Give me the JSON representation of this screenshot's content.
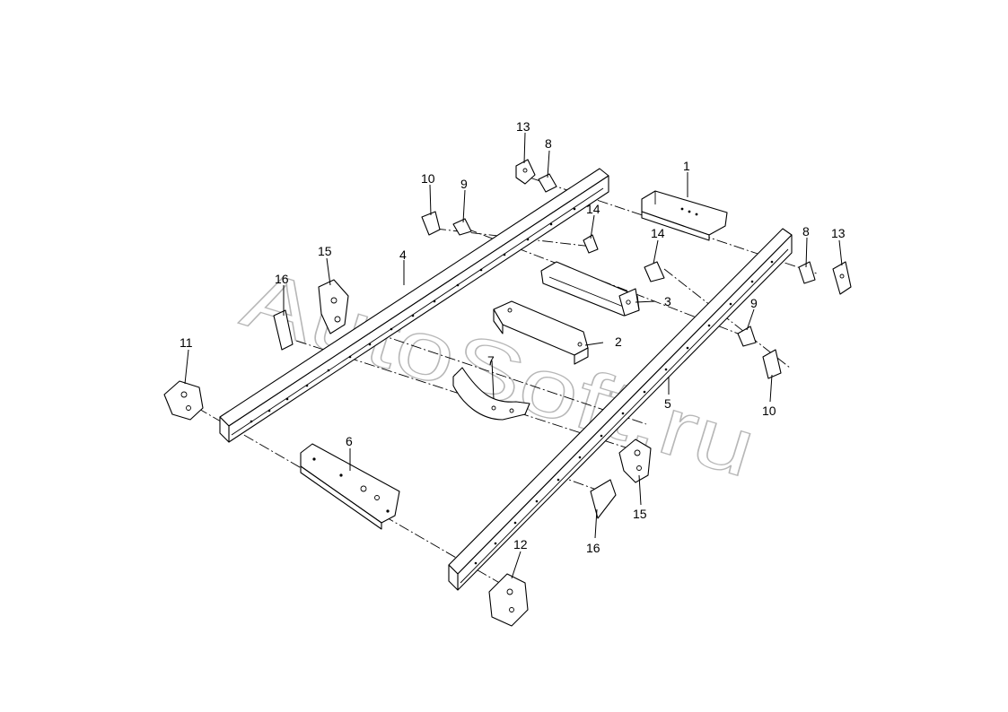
{
  "watermark": "AutoSoft.ru",
  "callouts": {
    "c1": "1",
    "c2": "2",
    "c3": "3",
    "c4": "4",
    "c5": "5",
    "c6": "6",
    "c7": "7",
    "c8a": "8",
    "c8b": "8",
    "c9a": "9",
    "c9b": "9",
    "c10a": "10",
    "c10b": "10",
    "c11": "11",
    "c12": "12",
    "c13a": "13",
    "c13b": "13",
    "c14a": "14",
    "c14b": "14",
    "c15a": "15",
    "c15b": "15",
    "c16a": "16",
    "c16b": "16"
  },
  "colors": {
    "line": "#000000",
    "watermark": "#9a9a9a",
    "background": "#ffffff"
  }
}
